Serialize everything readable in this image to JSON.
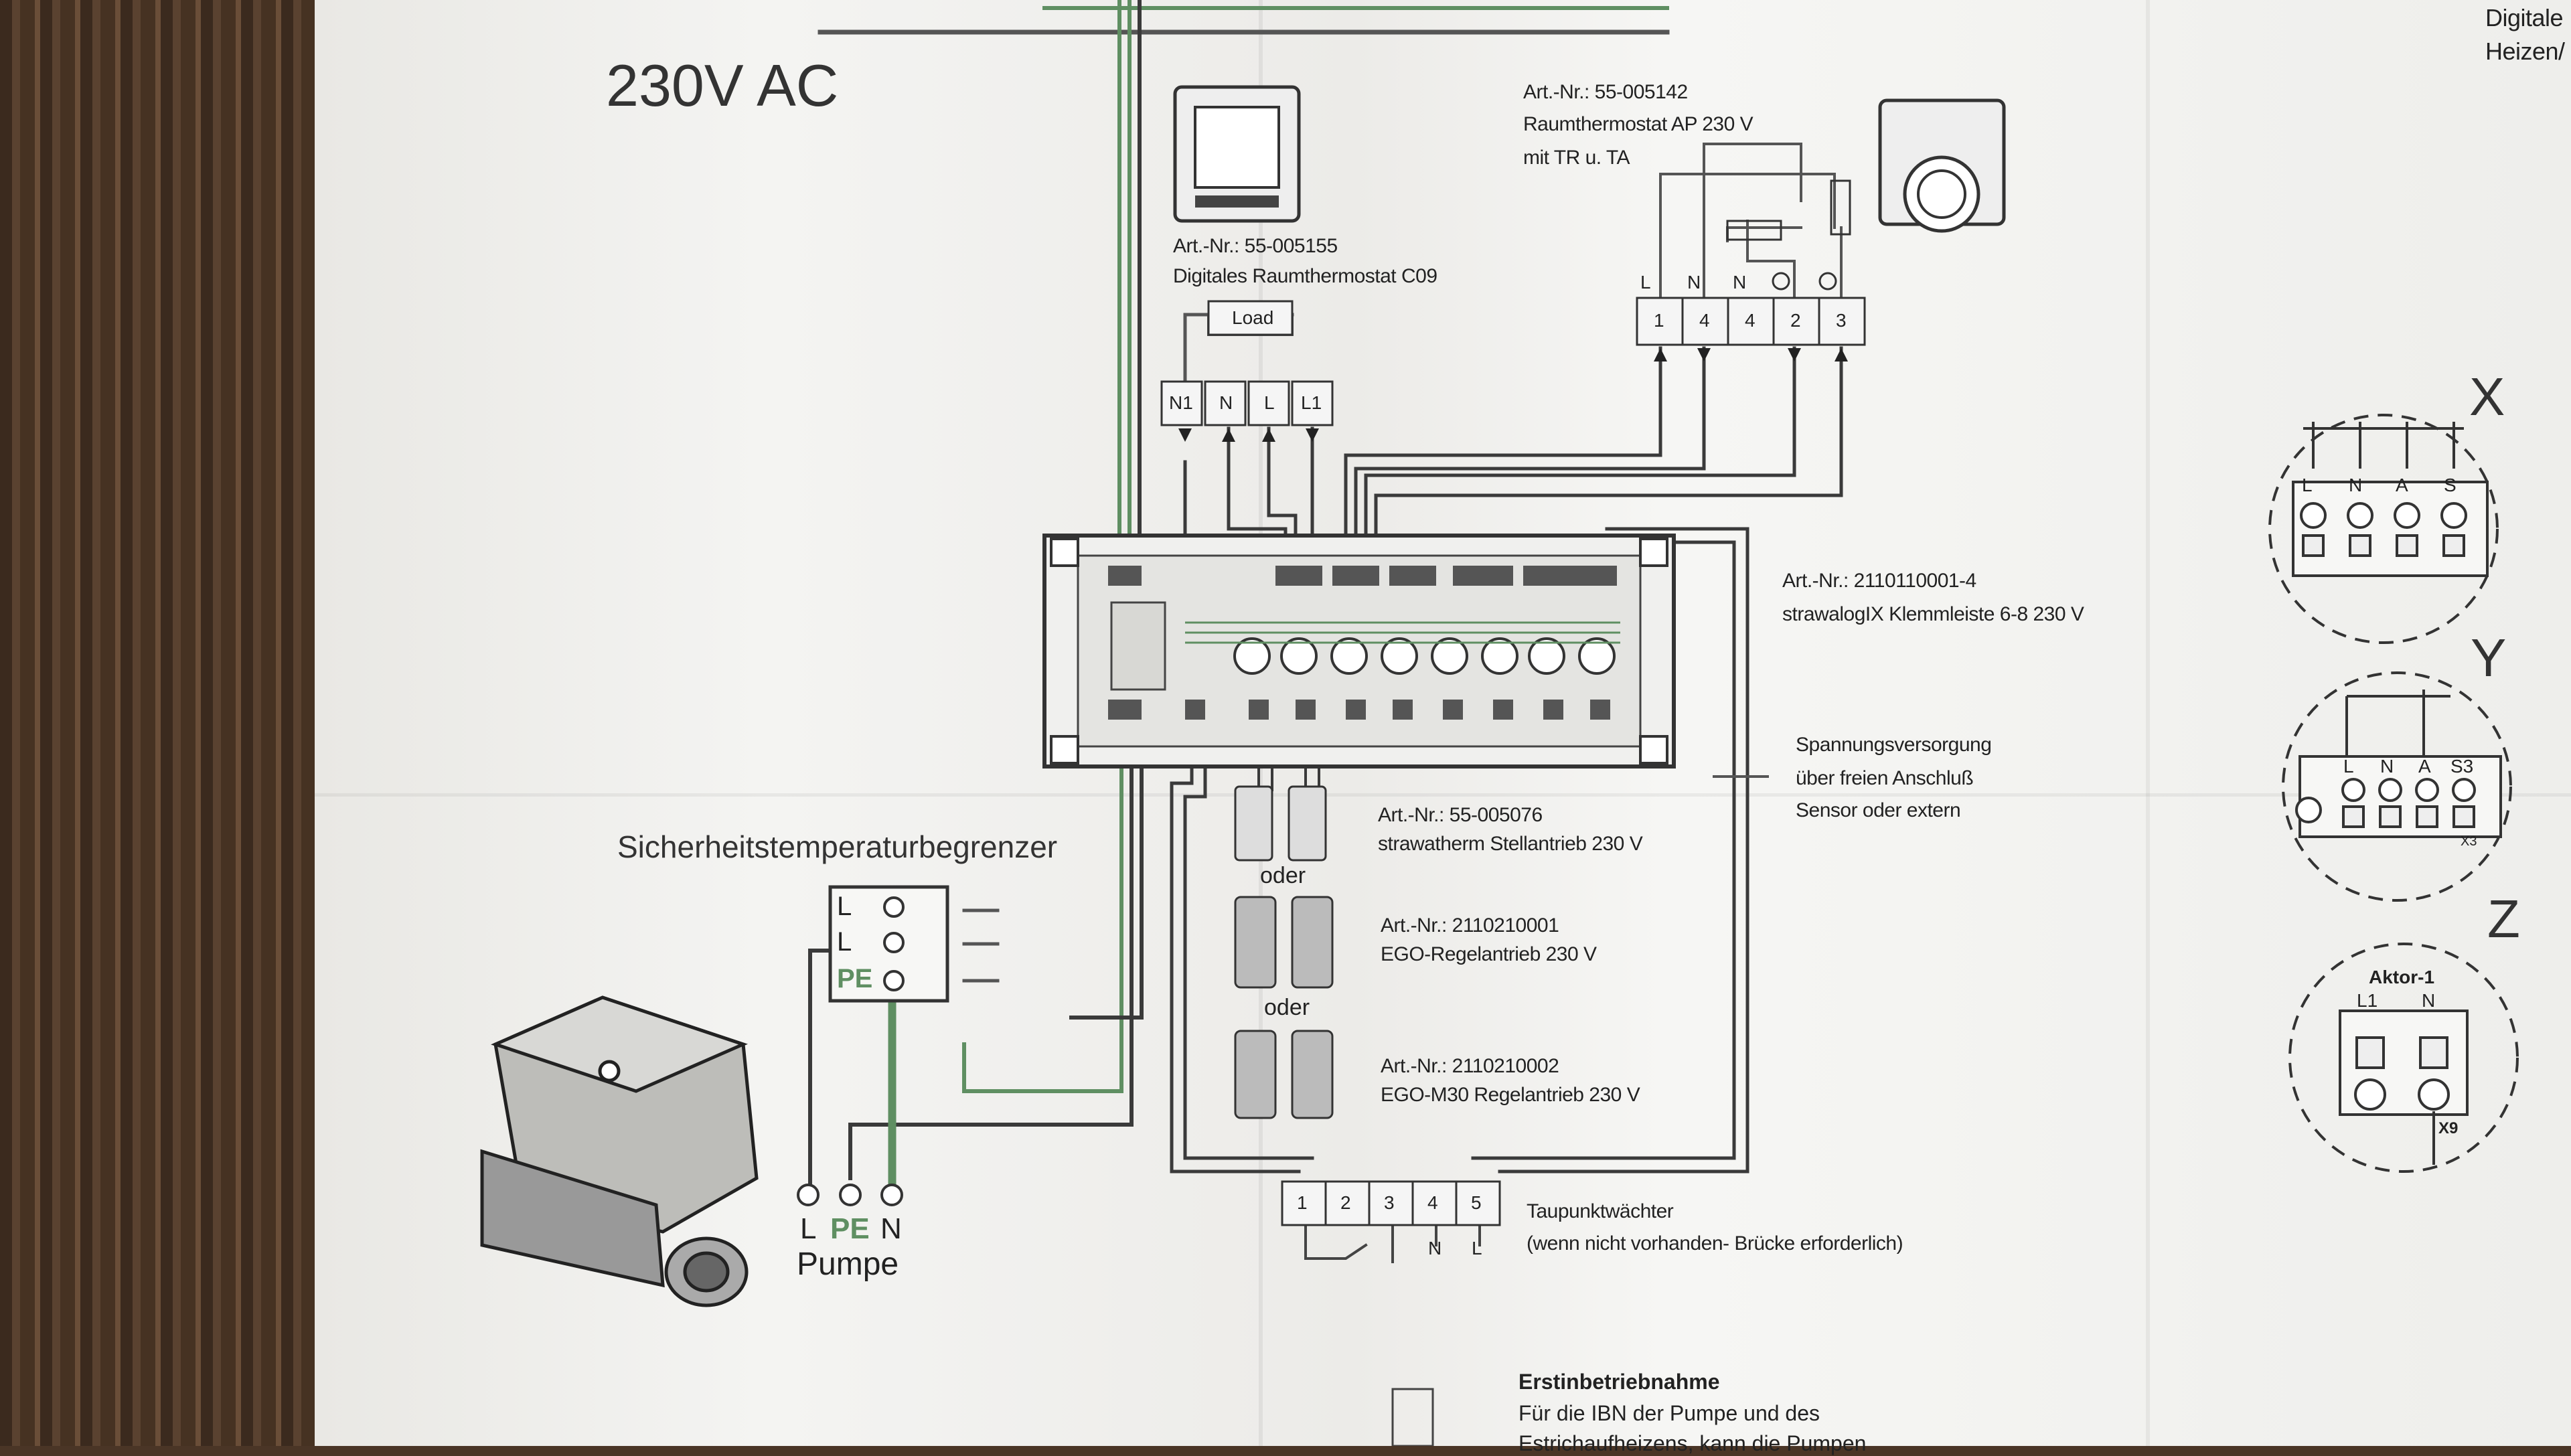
{
  "voltage_title": "230V AC",
  "thermostat_digital": {
    "article": "Art.-Nr.: 55-005155",
    "name": "Digitales Raumthermostat C09",
    "load_label": "Load",
    "terminals": [
      "N1",
      "N",
      "L",
      "L1"
    ]
  },
  "thermostat_ap": {
    "article": "Art.-Nr.: 55-005142",
    "name": "Raumthermostat AP 230 V",
    "subtitle": "mit TR u. TA",
    "top_labels": [
      "L",
      "N",
      "N"
    ],
    "terminals": [
      "1",
      "4",
      "4",
      "2",
      "3"
    ]
  },
  "terminal_strip": {
    "article": "Art.-Nr.: 2110110001-4",
    "name": "strawalogIX Klemmleiste 6-8 230 V"
  },
  "power_note": {
    "line1": "Spannungsversorgung",
    "line2": "über freien Anschluß",
    "line3": "Sensor oder extern"
  },
  "actuators": [
    {
      "article": "Art.-Nr.: 55-005076",
      "name": "strawatherm Stellantrieb 230 V"
    },
    {
      "article": "Art.-Nr.: 2110210001",
      "name": "EGO-Regelantrieb 230 V"
    },
    {
      "article": "Art.-Nr.: 2110210002",
      "name": "EGO-M30 Regelantrieb 230 V"
    }
  ],
  "or_label": "oder",
  "safety_limiter": {
    "title": "Sicherheitstemperaturbegrenzer",
    "terminals": [
      "L",
      "L",
      "PE"
    ]
  },
  "pump": {
    "terminals": [
      "L",
      "PE",
      "N"
    ],
    "label": "Pumpe"
  },
  "dew_point": {
    "terminals": [
      "1",
      "2",
      "3",
      "4",
      "5"
    ],
    "bottom_labels": [
      "N",
      "L"
    ],
    "name": "Taupunktwächter",
    "note": "(wenn nicht vorhanden- Brücke erforderlich)"
  },
  "commissioning": {
    "heading": "Erstinbetriebnahme",
    "line1": "Für die IBN der Pumpe und des",
    "line2": "Estrichaufheizens, kann die Pumpen"
  },
  "variant_x": {
    "letter": "X",
    "terminals": [
      "L",
      "N",
      "A",
      "S"
    ]
  },
  "variant_y": {
    "letter": "Y",
    "terminals": [
      "L",
      "N",
      "A",
      "S3"
    ],
    "tag": "X3"
  },
  "variant_z": {
    "letter": "Z",
    "title": "Aktor-1",
    "terminals": [
      "L1",
      "N"
    ],
    "tag": "X9"
  },
  "corner_text": {
    "line1": "Digitale",
    "line2": "Heizen/"
  },
  "colors": {
    "wire_dark": "#3a3a3a",
    "wire_green": "#5f8f62",
    "text": "#222222",
    "paper": "#f2f2f0"
  }
}
